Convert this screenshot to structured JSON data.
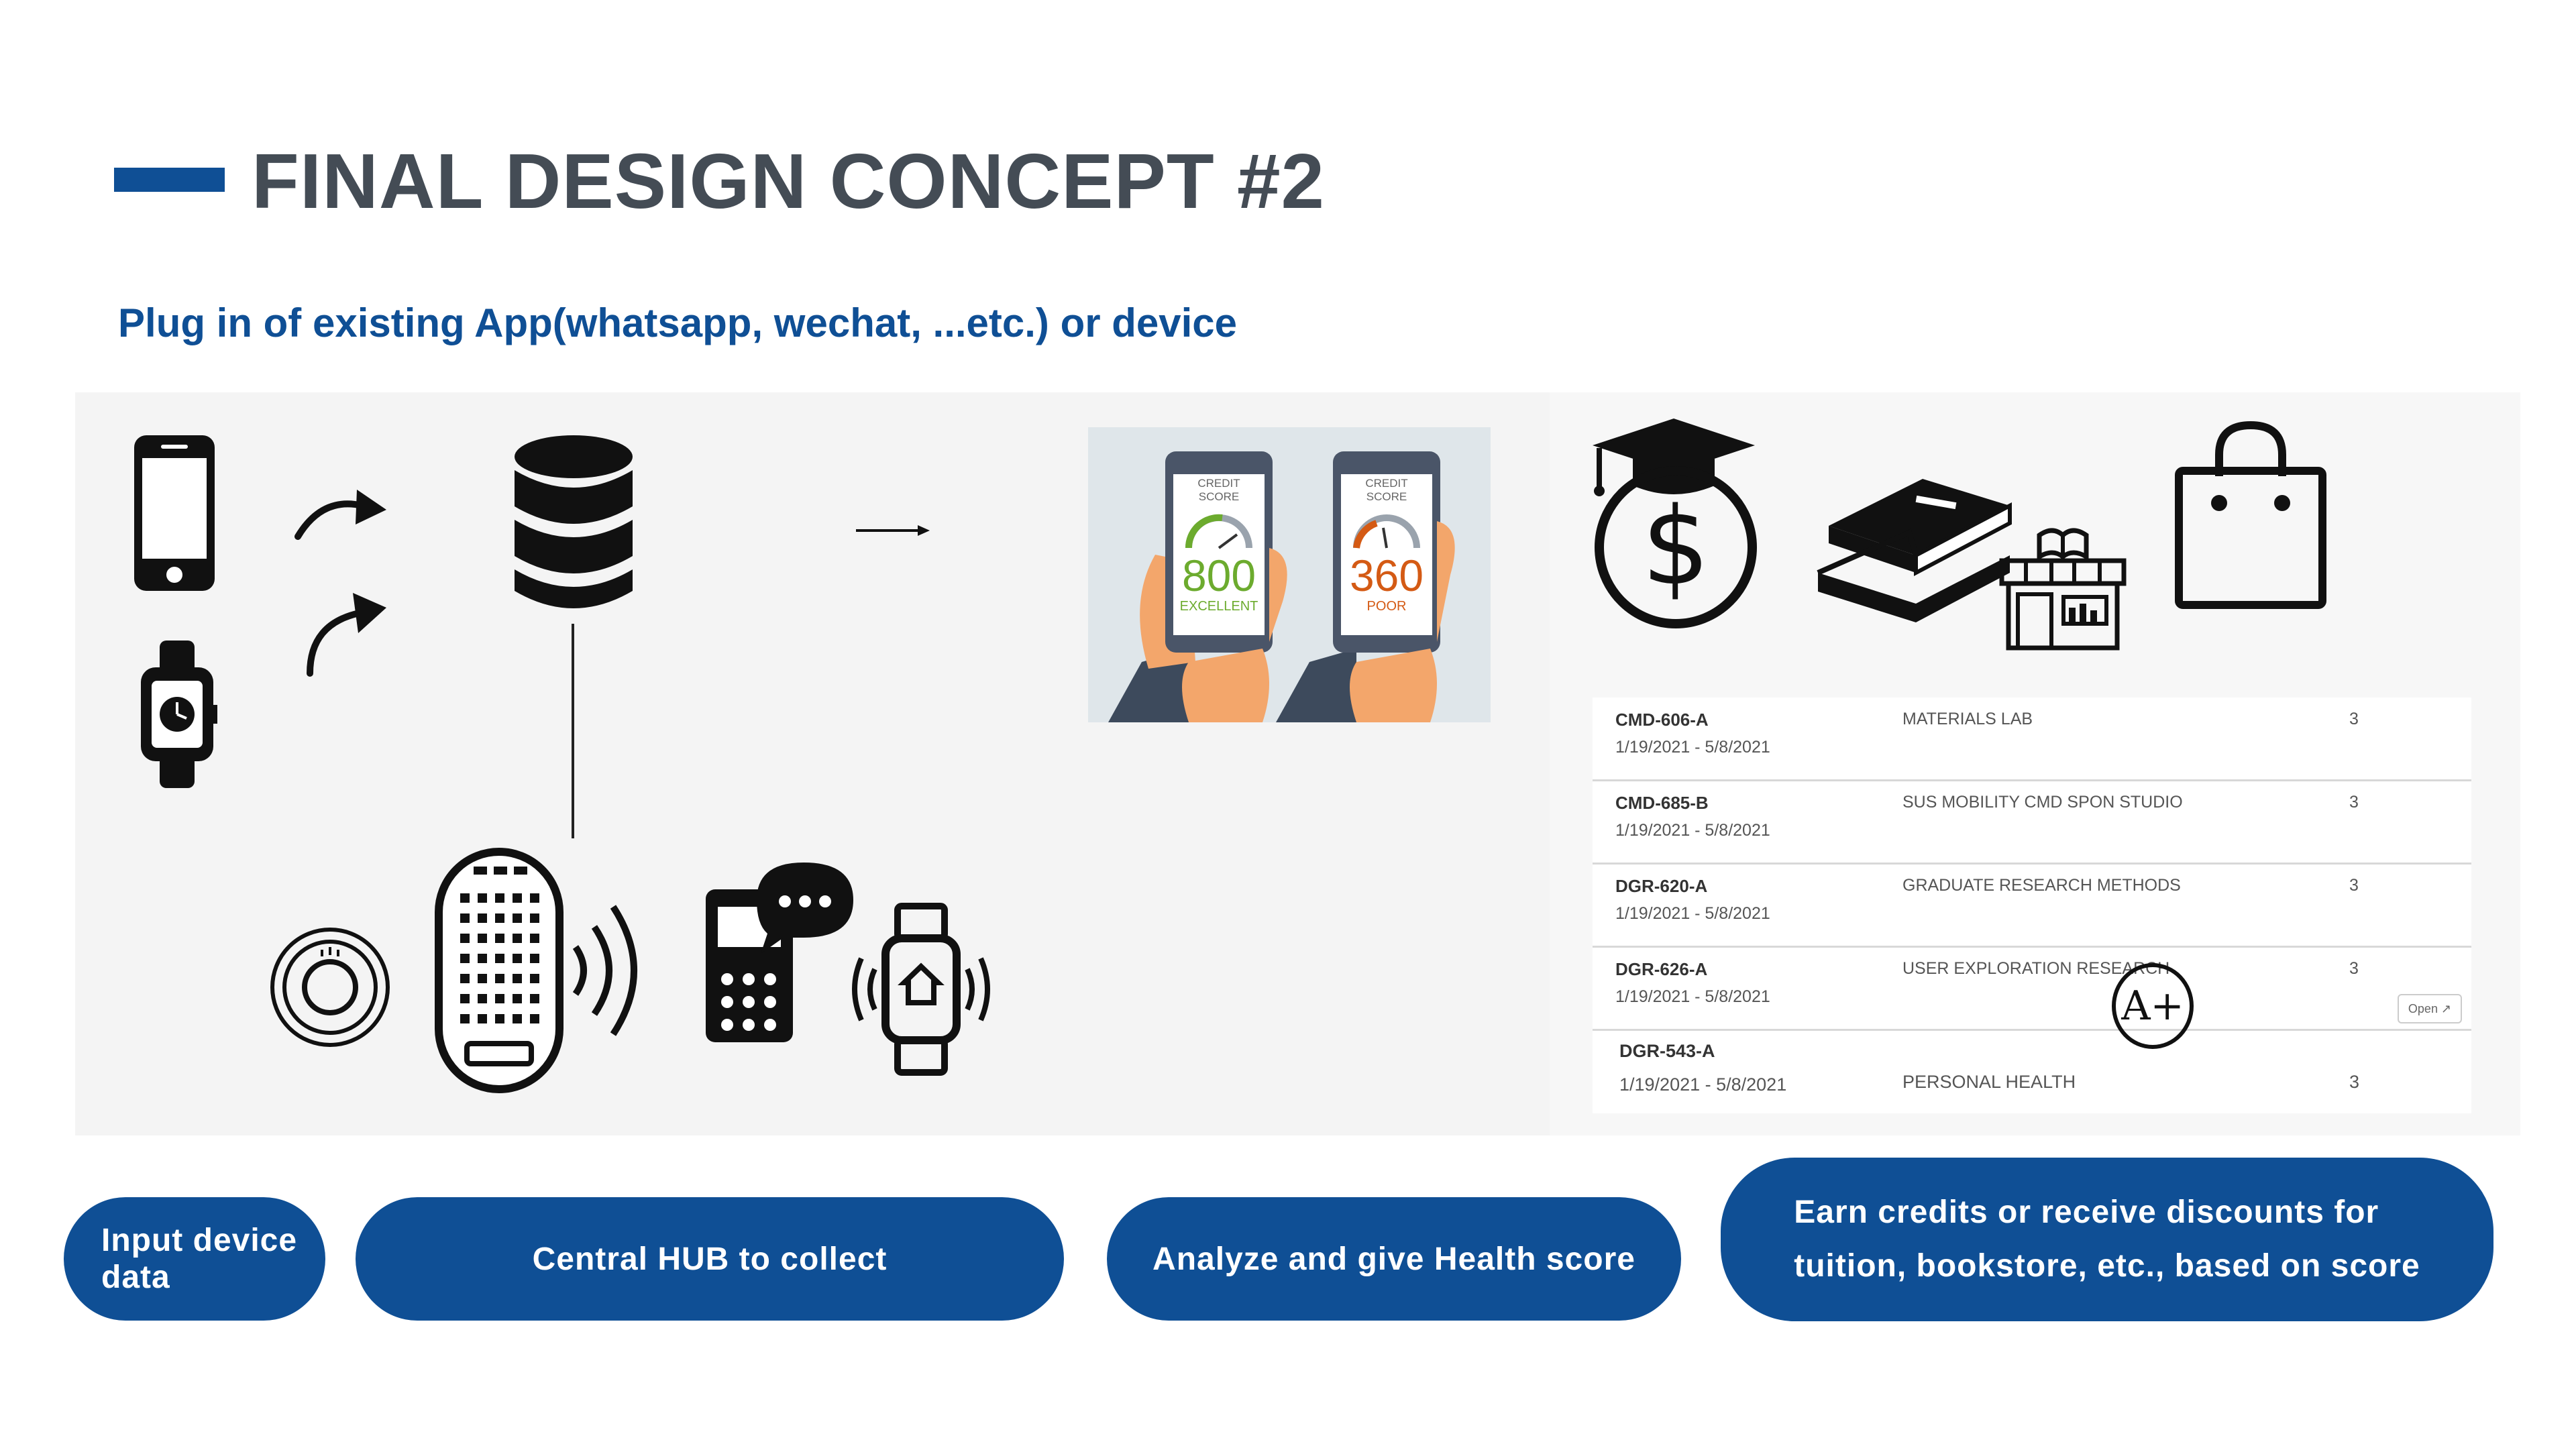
{
  "header": {
    "title": "FINAL DESIGN CONCEPT #2",
    "subtitle": "Plug in of existing App(whatsapp, wechat, ...etc.) or device"
  },
  "colors": {
    "brand_blue": "#0f4f95",
    "title_gray": "#444c55",
    "panel_gray": "#f4f4f4"
  },
  "credit_score": {
    "phones": [
      {
        "label": "CREDIT SCORE",
        "score": "800",
        "rating": "EXCELLENT",
        "color": "#6cab2e"
      },
      {
        "label": "CREDIT SCORE",
        "score": "360",
        "rating": "POOR",
        "color": "#d45a14"
      }
    ]
  },
  "courses": [
    {
      "code": "CMD-606-A",
      "dates": "1/19/2021 - 5/8/2021",
      "name": "MATERIALS LAB",
      "credits": "3"
    },
    {
      "code": "CMD-685-B",
      "dates": "1/19/2021 - 5/8/2021",
      "name": "SUS MOBILITY CMD SPON STUDIO",
      "credits": "3"
    },
    {
      "code": "DGR-620-A",
      "dates": "1/19/2021 - 5/8/2021",
      "name": "GRADUATE RESEARCH METHODS",
      "credits": "3"
    },
    {
      "code": "DGR-626-A",
      "dates": "1/19/2021 - 5/8/2021",
      "name": "USER EXPLORATION RESEARCH",
      "credits": "3"
    },
    {
      "code": "DGR-543-A",
      "dates": "1/19/2021 - 5/8/2021",
      "name": "PERSONAL HEALTH",
      "credits": "3"
    }
  ],
  "open_label": "Open",
  "grade_badge": "A+",
  "steps": {
    "input_line1": "Input device",
    "input_line2": "data",
    "hub": "Central HUB to collect",
    "analyze": "Analyze and give Health score",
    "earn_line1": "Earn credits or receive discounts for",
    "earn_line2": "tuition, bookstore, etc., based on score"
  },
  "icons": [
    "smartphone-icon",
    "smartwatch-icon",
    "curved-arrow-icon",
    "database-icon",
    "arrow-right-icon",
    "thermostat-icon",
    "smart-speaker-icon",
    "phone-chat-icon",
    "smartwatch-home-icon",
    "tuition-money-icon",
    "books-icon",
    "bookstore-icon",
    "shopping-bag-icon",
    "grade-a-plus-icon"
  ]
}
